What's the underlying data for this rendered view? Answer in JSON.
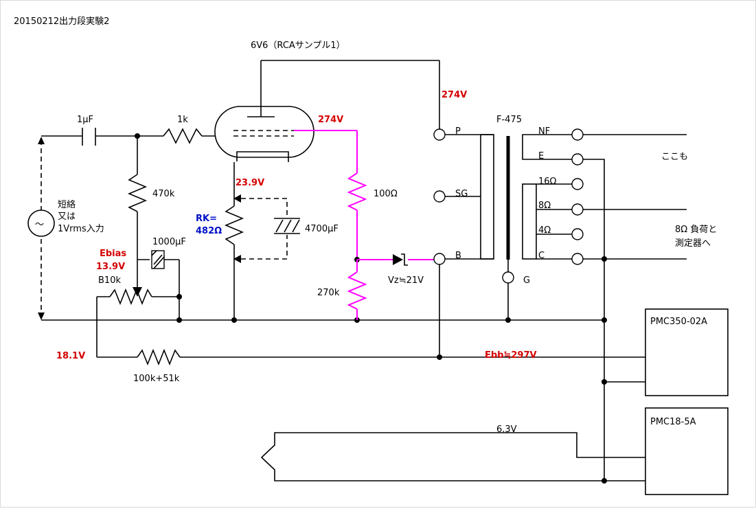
{
  "title": "20150212出力段実験2",
  "tube_label": "6V6（RCAサンプル1）",
  "transformer_label": "F-475",
  "labels": {
    "cap_in": "1μF",
    "r_grid": "1k",
    "r_leak": "470k",
    "short_line1": "短絡",
    "short_line2": "又は",
    "short_line3": "1Vrms入力",
    "cap_bias": "1000μF",
    "pot": "B10k",
    "r_bias": "100k+51k",
    "rk_line1": "RK=",
    "rk_line2": "482Ω",
    "cap_k": "4700μF",
    "r_100": "100Ω",
    "r_270": "270k",
    "zener": "Vz≒21V",
    "gen_symbol": "～",
    "heater_v": "6.3V",
    "psu_1": "PMC350-02A",
    "psu_2": "PMC18-5A",
    "note_here": "ここも",
    "load_line1": "8Ω 負荷と",
    "load_line2": "測定器へ"
  },
  "voltages": {
    "plate": "274V",
    "screen": "274V",
    "cathode": "23.9V",
    "ebias_name": "Ebias",
    "ebias_val": "13.9V",
    "bias_supply": "18.1V",
    "ebb": "Ebb≒297V"
  },
  "terminals": {
    "primary": [
      "P",
      "SG",
      "B"
    ],
    "secondary": [
      "NF",
      "E",
      "16Ω",
      "8Ω",
      "4Ω",
      "C"
    ],
    "ground": "G"
  },
  "colors": {
    "screen_trace": "#ff00ff",
    "voltage_text": "#d40000",
    "rk_text": "#0010c8"
  }
}
